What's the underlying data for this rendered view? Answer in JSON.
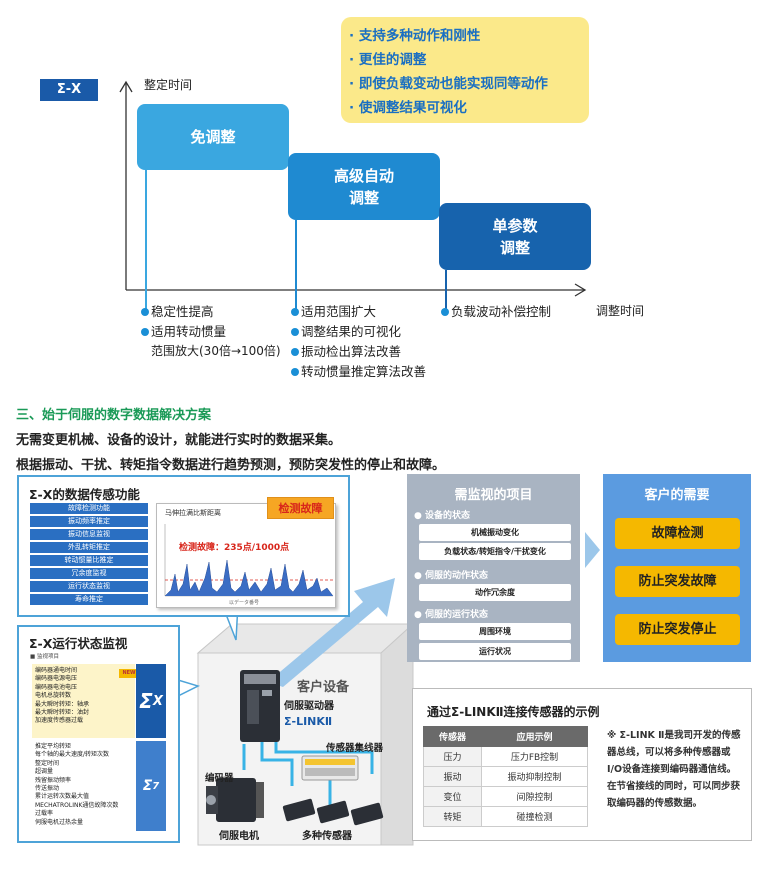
{
  "top_chart": {
    "badge": "Σ-X",
    "y_axis_label": "整定时间",
    "x_axis_label": "调整时间",
    "features_box": [
      "支持多种动作和刚性",
      "更佳的调整",
      "即使负载变动也能实现同等动作",
      "使调整结果可视化"
    ],
    "steps": [
      {
        "label": "免调整",
        "color": "#3aa7e0"
      },
      {
        "label": "高级自动\n调整",
        "color": "#1f8ad1"
      },
      {
        "label": "单参数\n调整",
        "color": "#1763ad"
      }
    ],
    "bullets_col1": [
      "稳定性提高",
      "适用转动惯量",
      "范围放大(30倍→100倍)"
    ],
    "bullets_col2": [
      "适用范围扩大",
      "调整结果的可视化",
      "振动检出算法改善",
      "转动惯量推定算法改善"
    ],
    "bullets_col3": [
      "负载波动补偿控制"
    ]
  },
  "section": {
    "heading": "三、始于伺服的数字数据解决方案",
    "line1": "无需变更机械、设备的设计，就能进行实时的数据采集。",
    "line2": "根据振动、干扰、转矩指令数据进行趋势预测，预防突发性的停止和故障。"
  },
  "sensing": {
    "title": "Σ-X的数据传感功能",
    "items": [
      "故障检测功能",
      "振动频率推定",
      "振动信息监视",
      "外乱转矩推定",
      "转动惯量比推定",
      "冗余度监视",
      "运行状态监视",
      "寿命推定"
    ],
    "graph_title": "马伸拉满比斯距离",
    "graph_note": "检测故障：235点/1000点",
    "graph_xlabel": "以データ番号",
    "callout": "检测故障"
  },
  "monitor": {
    "title": "Σ-X运行状态监视",
    "subtitle": "■ 监视项目",
    "new_badge": "NEW",
    "group1": [
      "编码器通电时间",
      "编码器电源电压",
      "编码器电池电压",
      "电机总旋转数",
      "最大瞬时转矩：轴承",
      "最大瞬时转矩：油封",
      "加速度传感器过载"
    ],
    "group2": [
      "推定平均转矩",
      "每个轴的最大速度/转矩次数",
      "整定时间",
      "超调量",
      "残留振动频率",
      "传送振动",
      "累计运转次数最大值",
      "MECHATROLINK通信故障次数",
      "过载率",
      "伺服电机过热余量"
    ]
  },
  "device": {
    "title": "客户设备",
    "driver": "伺服驱动器",
    "link": "Σ-LINKⅡ",
    "hub": "传感器集线器",
    "encoder": "编码器",
    "motor": "伺服电机",
    "sensors": "多种传感器"
  },
  "needs": {
    "title": "需监视的项目",
    "groups": [
      {
        "label": "● 设备的状态",
        "items": [
          "机械振动变化",
          "负载状态/转矩指令/干扰变化"
        ]
      },
      {
        "label": "● 伺服的动作状态",
        "items": [
          "动作冗余度"
        ]
      },
      {
        "label": "● 伺服的运行状态",
        "items": [
          "周围环境",
          "运行状况"
        ]
      }
    ]
  },
  "customer": {
    "title": "客户的需要",
    "items": [
      "故障检测",
      "防止突发故障",
      "防止突发停止"
    ]
  },
  "sensor_example": {
    "title": "通过Σ-LINKⅡ连接传感器的示例",
    "headers": [
      "传感器",
      "应用示例"
    ],
    "rows": [
      [
        "压力",
        "压力FB控制"
      ],
      [
        "振动",
        "振动抑制控制"
      ],
      [
        "变位",
        "间隙控制"
      ],
      [
        "转矩",
        "碰撞检测"
      ]
    ],
    "note": "※ Σ-LINK Ⅱ是我司开发的传感器总线，可以将多种传感器或I/O设备连接到编码器通信线。在节省接线的同时，可以同步获取编码器的传感数据。"
  }
}
